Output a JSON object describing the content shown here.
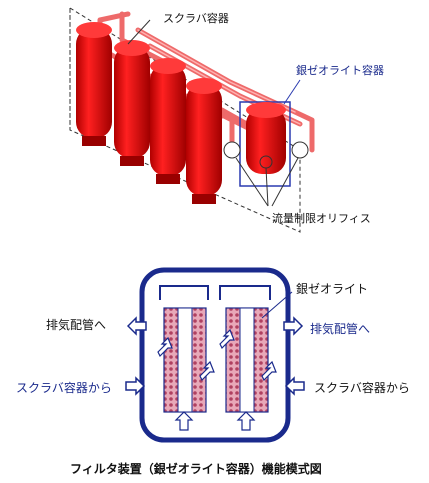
{
  "top_diagram": {
    "label_scrubber": "スクラバ容器",
    "label_silver_zeolite": "銀ゼオライト容器",
    "label_orifice": "流量制限オリフィス"
  },
  "bottom_diagram": {
    "label_silver_zeolite": "銀ゼオライト",
    "label_exhaust_left": "排気配管へ",
    "label_exhaust_right": "排気配管へ",
    "label_from_scrubber_left": "スクラバ容器から",
    "label_from_scrubber_right": "スクラバ容器から"
  },
  "caption": "フィルタ装置（銀ゼオライト容器）機能模式図",
  "colors": {
    "vessel_red": "#e00000",
    "pipe_pink": "#f07070",
    "frame_blue": "#2a3ab0",
    "text_blue": "#1a2a8c",
    "zeolite_pink": "#d88aa0"
  }
}
